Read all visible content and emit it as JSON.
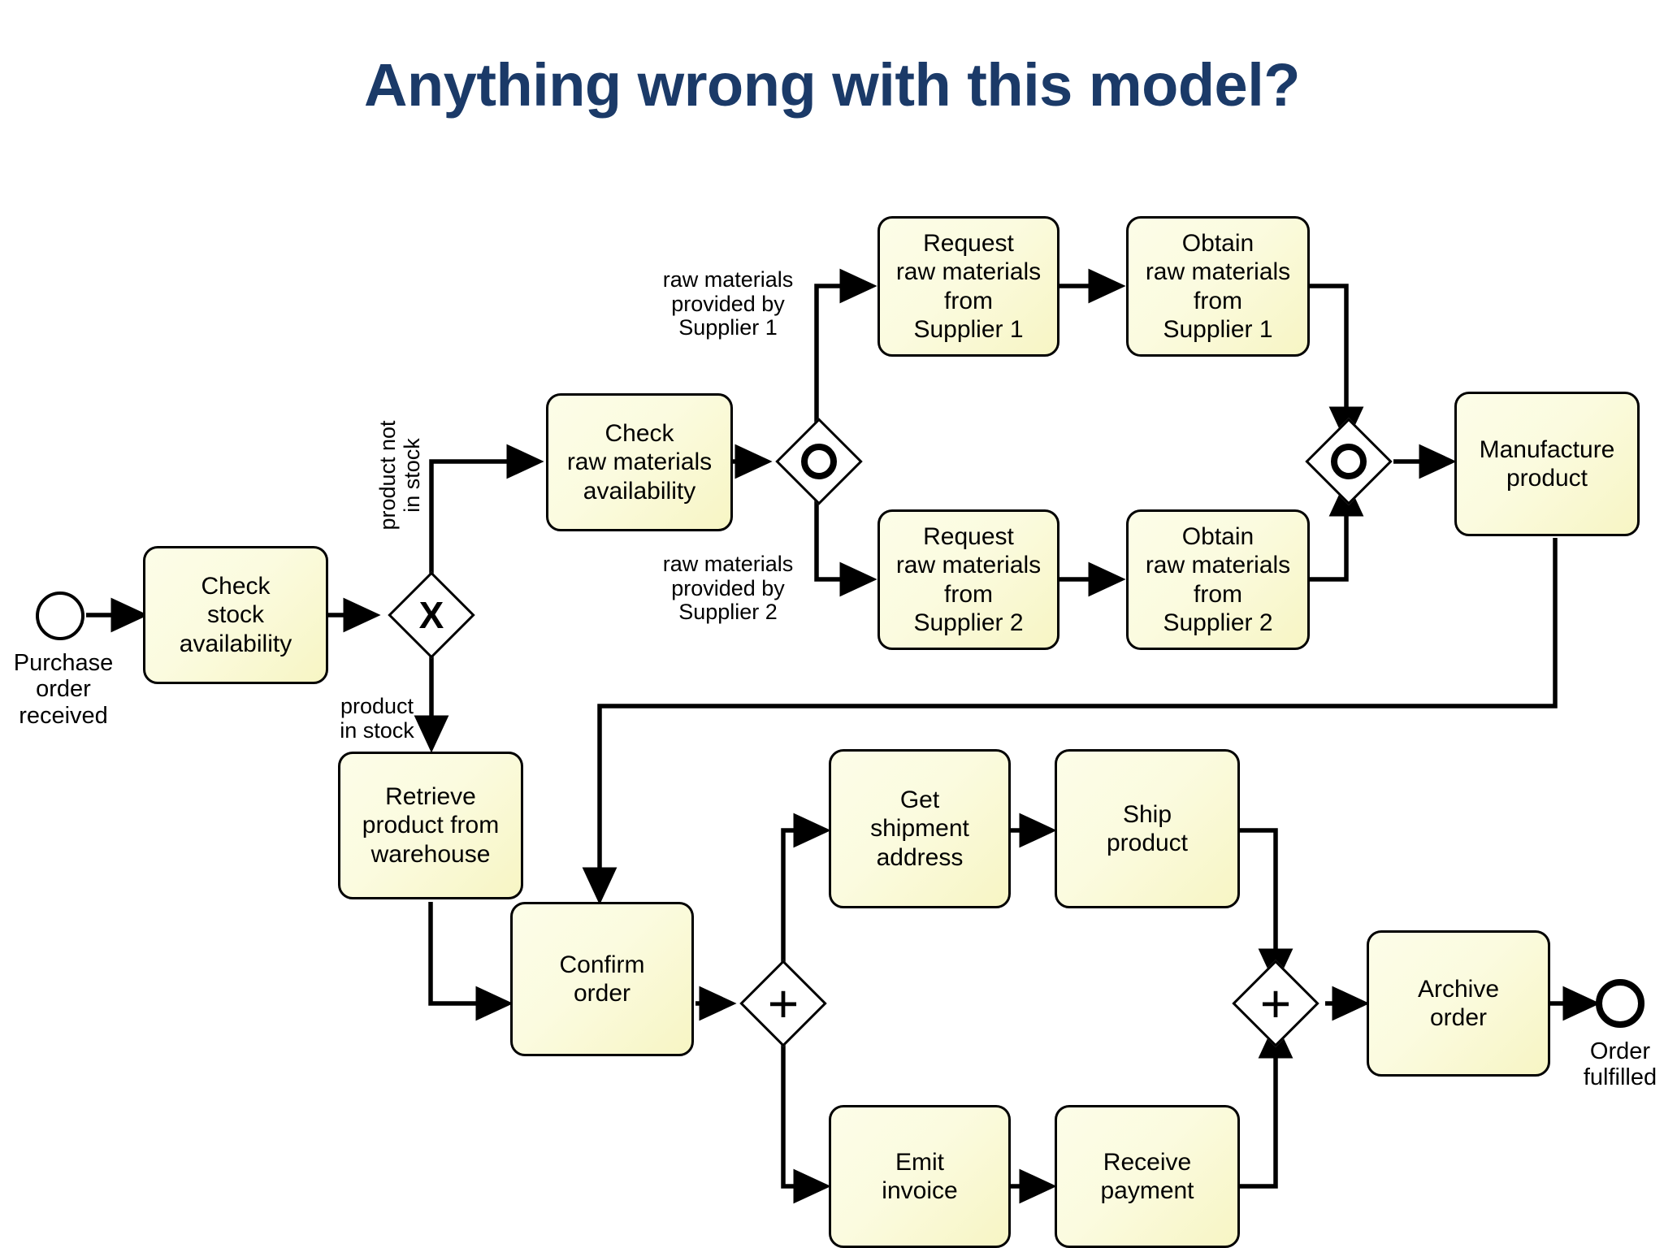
{
  "slide": {
    "title": "Anything wrong with this model?",
    "title_color": "#1b3a68",
    "background": "#ffffff"
  },
  "diagram": {
    "type": "BPMN process model",
    "notation_colors": {
      "task_fill": "#fbfbdf",
      "task_stroke": "#000000",
      "connector": "#000000"
    },
    "events": [
      {
        "id": "start",
        "kind": "start-event",
        "label": "Purchase\norder\nreceived"
      },
      {
        "id": "end",
        "kind": "end-event",
        "label": "Order\nfulfilled"
      }
    ],
    "tasks": [
      {
        "id": "check-stock",
        "label": "Check\nstock\navailability"
      },
      {
        "id": "check-raw",
        "label": "Check\nraw materials\navailability"
      },
      {
        "id": "request-s1",
        "label": "Request\nraw materials\nfrom\nSupplier 1"
      },
      {
        "id": "obtain-s1",
        "label": "Obtain\nraw materials\nfrom\nSupplier 1"
      },
      {
        "id": "request-s2",
        "label": "Request\nraw materials\nfrom\nSupplier 2"
      },
      {
        "id": "obtain-s2",
        "label": "Obtain\nraw materials\nfrom\nSupplier 2"
      },
      {
        "id": "manufacture",
        "label": "Manufacture\nproduct"
      },
      {
        "id": "retrieve",
        "label": "Retrieve\nproduct from\nwarehouse"
      },
      {
        "id": "confirm",
        "label": "Confirm\norder"
      },
      {
        "id": "get-address",
        "label": "Get\nshipment\naddress"
      },
      {
        "id": "ship",
        "label": "Ship\nproduct"
      },
      {
        "id": "emit-invoice",
        "label": "Emit\ninvoice"
      },
      {
        "id": "receive-payment",
        "label": "Receive\npayment"
      },
      {
        "id": "archive",
        "label": "Archive\norder"
      }
    ],
    "gateways": [
      {
        "id": "gw-xor-stock",
        "kind": "exclusive-gateway",
        "marker": "X"
      },
      {
        "id": "gw-or-split",
        "kind": "inclusive-gateway",
        "marker": "O"
      },
      {
        "id": "gw-or-join",
        "kind": "inclusive-gateway",
        "marker": "O"
      },
      {
        "id": "gw-and-split",
        "kind": "parallel-gateway",
        "marker": "+"
      },
      {
        "id": "gw-and-join",
        "kind": "parallel-gateway",
        "marker": "+"
      }
    ],
    "flow_labels": [
      {
        "id": "lbl-not-in-stock",
        "text": "product not\nin stock"
      },
      {
        "id": "lbl-in-stock",
        "text": "product\nin stock"
      },
      {
        "id": "lbl-supplier1",
        "text": "raw materials\nprovided by\nSupplier 1"
      },
      {
        "id": "lbl-supplier2",
        "text": "raw materials\nprovided by\nSupplier 2"
      }
    ],
    "gateway_markers": {
      "exclusive": "X",
      "parallel": "+"
    }
  }
}
